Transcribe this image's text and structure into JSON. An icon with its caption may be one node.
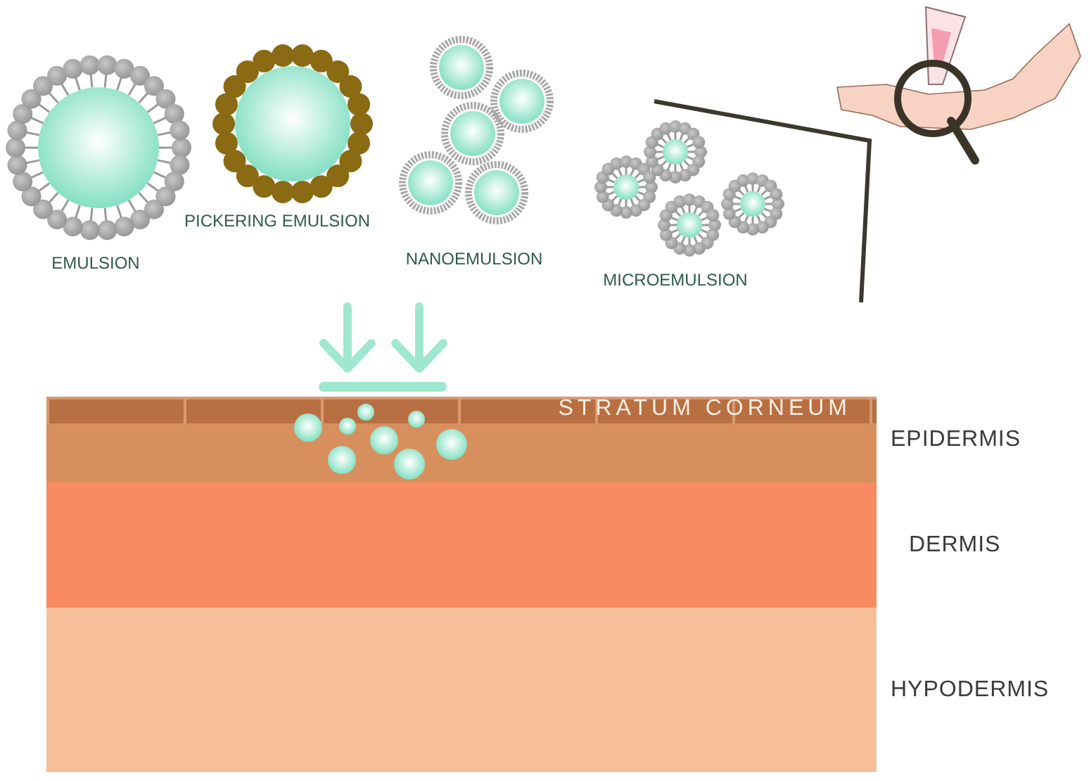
{
  "diagram": {
    "nodes": [
      {
        "text": [
          "EPIDERMIS"
        ]
      },
      {
        "text": [
          "STRATUM CORNEUM"
        ],
        "in": 0
      },
      {
        "text": [
          "DERMIS"
        ]
      },
      {
        "text": [
          "HYPODERMIS"
        ]
      }
    ],
    "labels": [
      "EMULSION",
      "PICKERING EMULSION",
      "NANOEMULSION",
      "MICROEMULSION"
    ]
  }
}
